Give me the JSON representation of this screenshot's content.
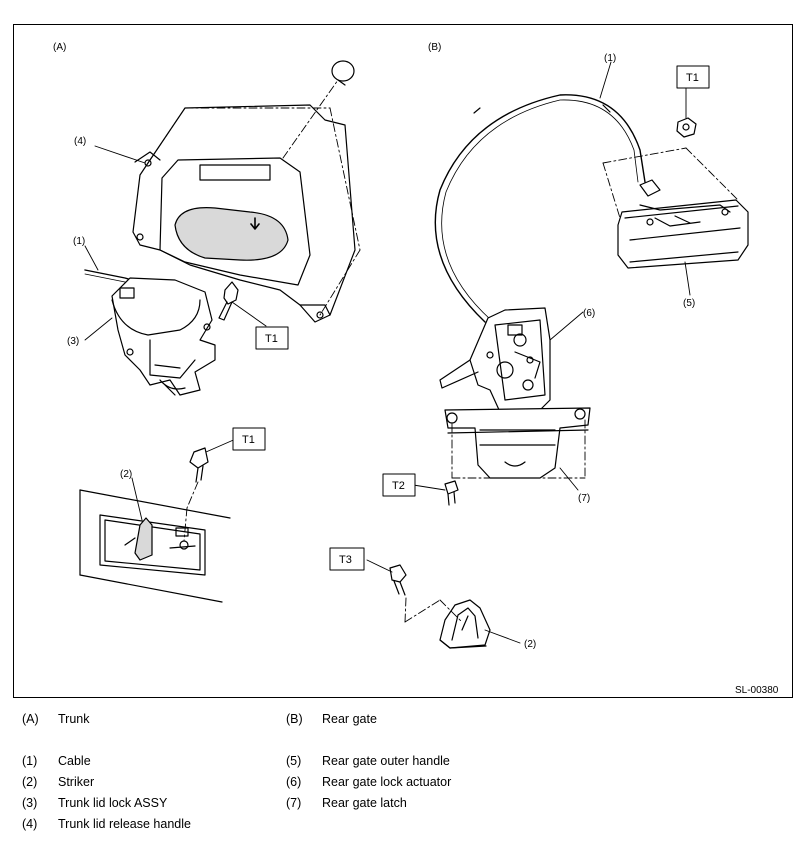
{
  "diagram": {
    "section_a": "(A)",
    "section_b": "(B)",
    "code": "SL-00380",
    "callouts": {
      "a_4": "(4)",
      "a_1": "(1)",
      "a_3": "(3)",
      "a_2": "(2)",
      "b_1": "(1)",
      "b_5": "(5)",
      "b_6": "(6)",
      "b_7": "(7)",
      "b_2": "(2)"
    },
    "torque_boxes": {
      "t1_a": "T1",
      "t1_striker": "T1",
      "t1_b": "T1",
      "t2": "T2",
      "t3": "T3"
    }
  },
  "legend": {
    "A": {
      "key": "(A)",
      "text": "Trunk"
    },
    "B": {
      "key": "(B)",
      "text": "Rear gate"
    },
    "items": [
      {
        "key": "(1)",
        "text": "Cable"
      },
      {
        "key": "(2)",
        "text": "Striker"
      },
      {
        "key": "(3)",
        "text": "Trunk lid lock ASSY"
      },
      {
        "key": "(4)",
        "text": "Trunk lid release handle"
      },
      {
        "key": "(5)",
        "text": "Rear gate outer handle"
      },
      {
        "key": "(6)",
        "text": "Rear gate lock actuator"
      },
      {
        "key": "(7)",
        "text": "Rear gate latch"
      }
    ]
  }
}
